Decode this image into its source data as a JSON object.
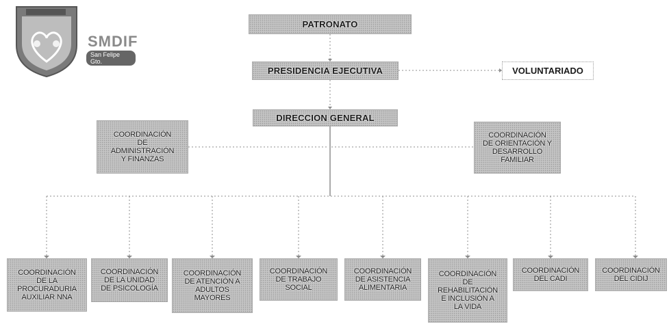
{
  "logo": {
    "name": "SMDIF",
    "subtitle": "San Felipe Gto."
  },
  "org_chart": {
    "patronato": "PATRONATO",
    "presidencia": "PRESIDENCIA EJECUTIVA",
    "voluntariado": "VOLUNTARIADO",
    "direccion": "DIRECCION GENERAL",
    "administracion": "COORDINACIÓN\nDE\nADMINISTRACIÓN\nY FINANZAS",
    "orientacion": "COORDINACIÓN\nDE ORIENTACIÓN Y\nDESARROLLO\nFAMILIAR",
    "coordinaciones": [
      "COORDINACIÓN\nDE LA\nPROCURADURIA\nAUXILIAR NNA",
      "COORDINACIÓN\nDE LA UNIDAD\nDE PSICOLOGÍA",
      "COORDINACIÓN\nDE ATENCIÓN A\nADULTOS\nMAYORES",
      "COORDINACIÓN\nDE TRABAJO\nSOCIAL",
      "COORDINACIÓN\nDE ASISTENCIA\nALIMENTARIA",
      "COORDINACIÓN\nDE\nREHABILITACIÓN\nE INCLUSIÓN A\nLA VIDA",
      "COORDINACIÓN\nDEL CADI",
      "COORDINACIÓN\nDEL CIDIJ"
    ]
  },
  "colors": {
    "box_fill": "#c4c4c4",
    "box_border": "#a9a9a9",
    "line": "#8c8c8c"
  }
}
